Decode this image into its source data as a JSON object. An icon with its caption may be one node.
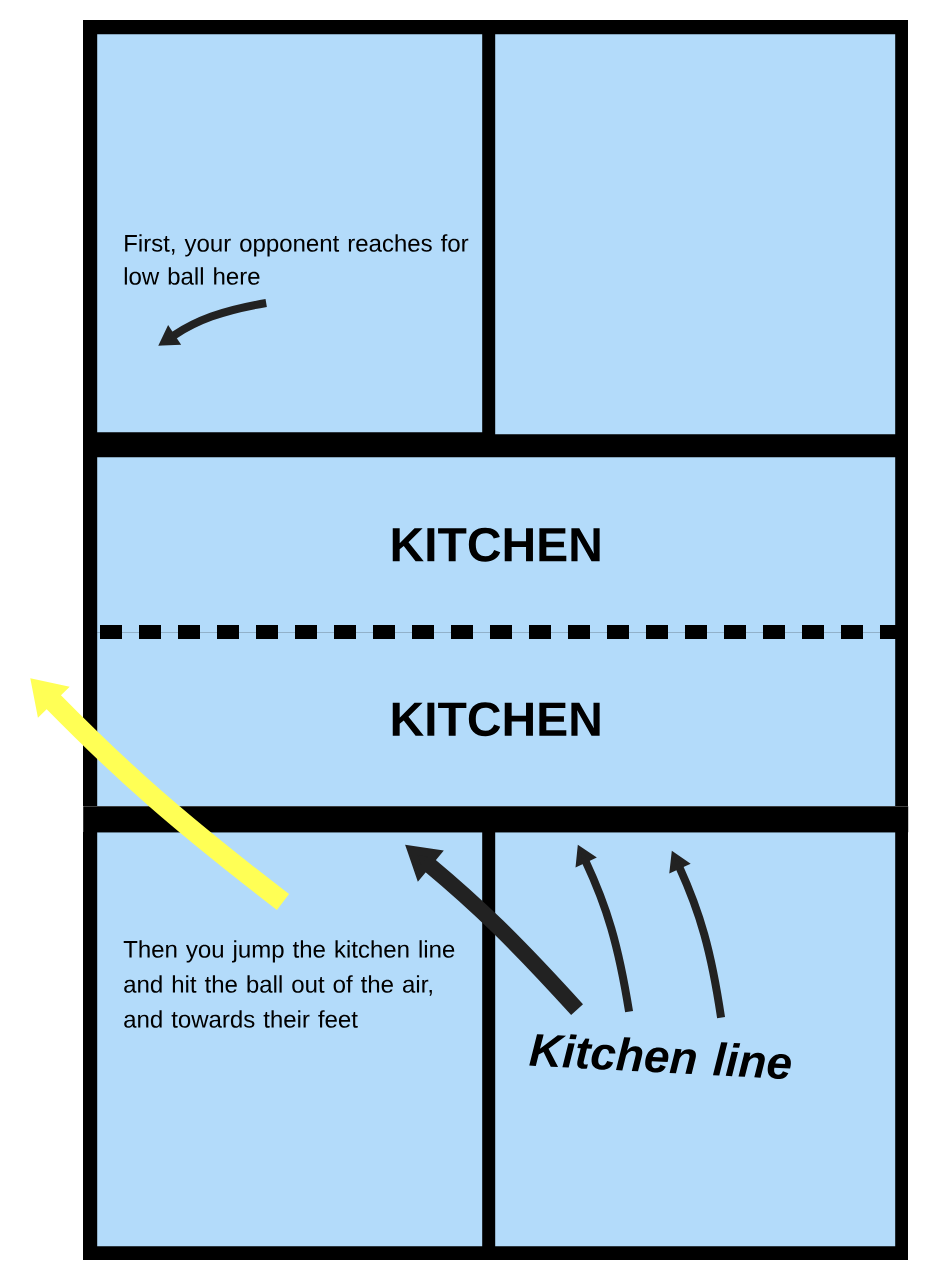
{
  "diagram": {
    "nodes": [
      {
        "text": [],
        "shape": "box"
      },
      {
        "text": [
          "First, your opponent reaches for low ball here"
        ],
        "in": 0
      },
      {
        "text": [],
        "shape": "box"
      },
      {
        "text": [
          "KITCHEN"
        ]
      },
      {
        "text": [
          "KITCHEN"
        ]
      },
      {
        "text": [],
        "shape": "box"
      },
      {
        "text": [
          "Then you jump the kitchen line and hit the ball out of the air, and towards their feet"
        ],
        "in": 5
      },
      {
        "text": [],
        "shape": "box"
      },
      {
        "text": [
          "Kitchen line"
        ],
        "in": 7
      },
      {
        "text": [],
        "shape": "bar"
      }
    ],
    "edges": [
      {
        "from": 1,
        "to": null,
        "arrow": "to"
      },
      {
        "from": 6,
        "to": null,
        "arrow": "to",
        "style": "thick",
        "color": "#ffff55"
      },
      {
        "from": 8,
        "to": 9,
        "arrow": "to",
        "style": "thick"
      },
      {
        "from": 8,
        "to": 9,
        "arrow": "to"
      },
      {
        "from": 8,
        "to": 9,
        "arrow": "to"
      }
    ]
  }
}
